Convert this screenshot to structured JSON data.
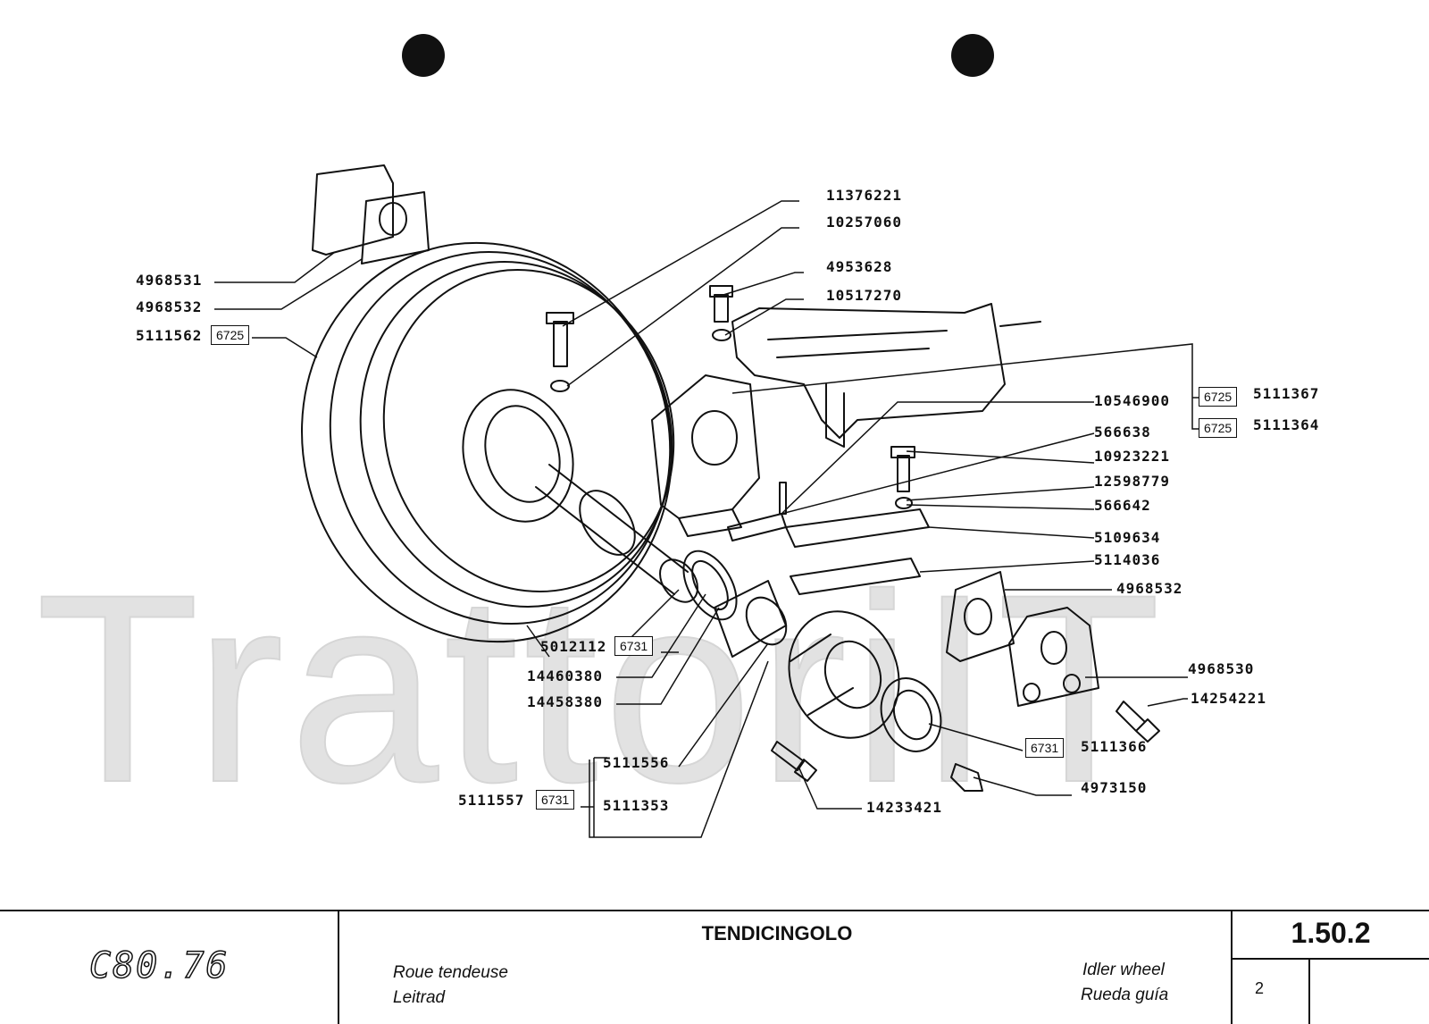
{
  "watermark": "TrattoriIT",
  "labels": {
    "p11376221": "11376221",
    "p10257060": "10257060",
    "p4953628": "4953628",
    "p10517270": "10517270",
    "p4968531": "4968531",
    "p4968532a": "4968532",
    "p5111562": "5111562",
    "p5111367": "5111367",
    "p5111364": "5111364",
    "p10546900": "10546900",
    "p566638": "566638",
    "p10923221": "10923221",
    "p12598779": "12598779",
    "p566642": "566642",
    "p5109634": "5109634",
    "p5114036": "5114036",
    "p4968532b": "4968532",
    "p5012112": "5012112",
    "p14460380": "14460380",
    "p14458380": "14458380",
    "p4968530": "4968530",
    "p14254221": "14254221",
    "p5111366": "5111366",
    "p5111556": "5111556",
    "p5111557": "5111557",
    "p5111353": "5111353",
    "p4973150": "4973150",
    "p14233421": "14233421"
  },
  "boxes": {
    "b5111562": "6725",
    "b5111367": "6725",
    "b5111364": "6725",
    "b5012112": "6731",
    "b5111366": "6731",
    "b5111557": "6731"
  },
  "footer": {
    "model": "C80.76",
    "title": "TENDICINGOLO",
    "fr": "Roue tendeuse",
    "de": "Leitrad",
    "en": "Idler wheel",
    "es": "Rueda guía",
    "page_number": "1.50.2",
    "sheet": "2"
  }
}
